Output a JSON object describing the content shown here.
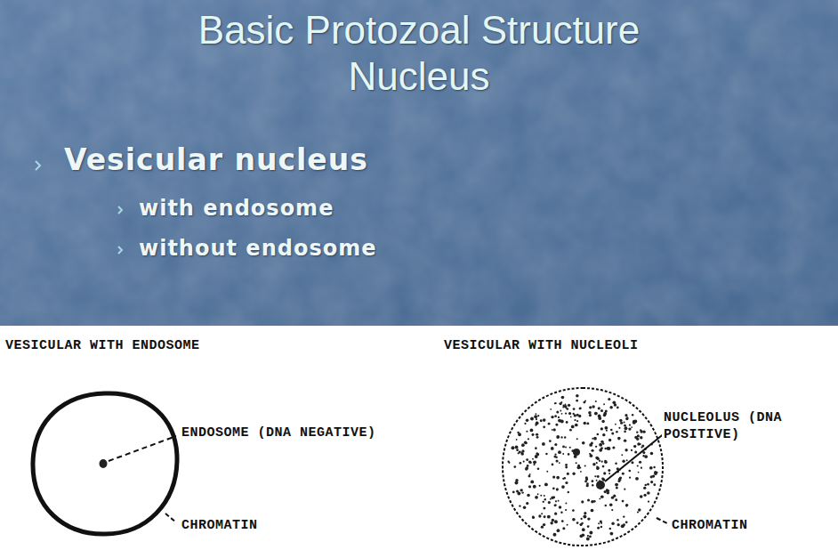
{
  "diagram": {
    "title": "Basic Protozoal Structure Nucleus",
    "labels": [
      "Vesicular nucleus",
      "with endosome",
      "without endosome",
      "VESICULAR WITH ENDOSOME",
      "ENDOSOME (DNA NEGATIVE)",
      "CHROMATIN",
      "VESICULAR WITH NUCLEOLI",
      "NUCLEOLUS (DNA POSITIVE)",
      "CHROMATIN"
    ]
  }
}
